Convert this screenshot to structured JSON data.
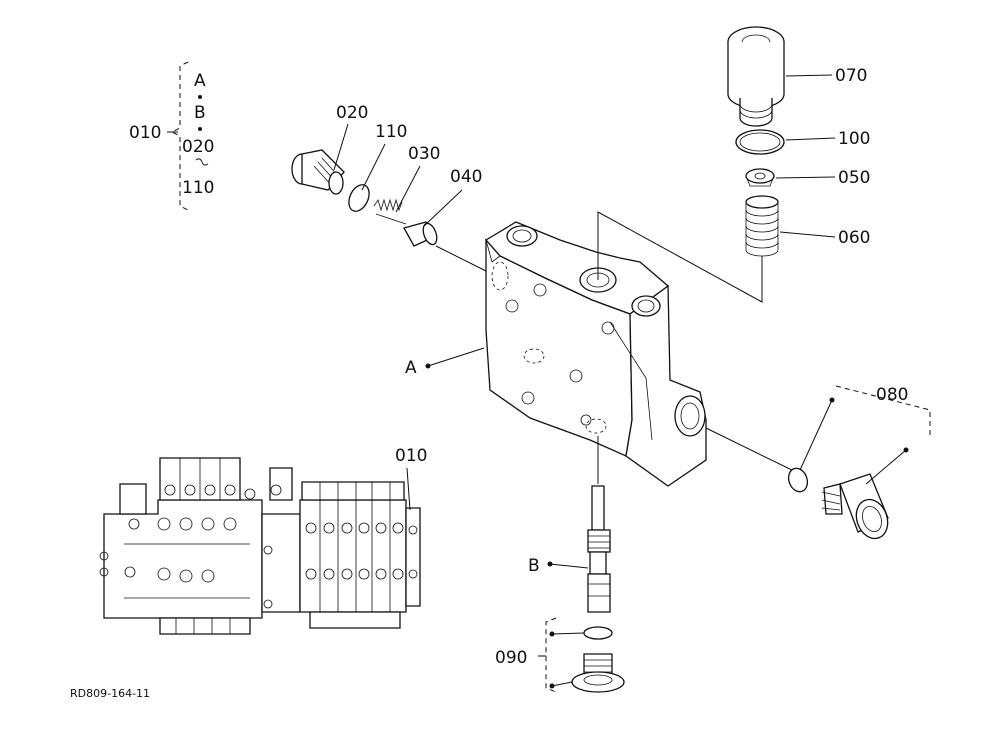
{
  "group_label": {
    "code": "010",
    "items": [
      "A",
      "B",
      "020",
      "110"
    ]
  },
  "callouts": {
    "p020": "020",
    "p110": "110",
    "p030": "030",
    "p040": "040",
    "p070": "070",
    "p100": "100",
    "p050": "050",
    "p060": "060",
    "p080": "080",
    "p090": "090",
    "pA": "A",
    "pB": "B",
    "p010": "010"
  },
  "drawing_code": "RD809-164-11"
}
